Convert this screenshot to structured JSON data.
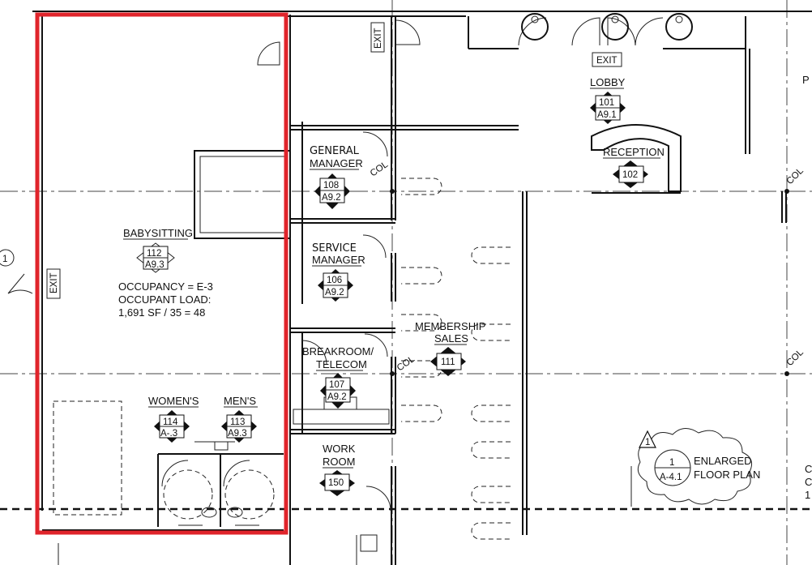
{
  "rooms": {
    "babysitting": {
      "name": "BABYSITTING",
      "number": "112",
      "sheet": "A9.3",
      "occupancy": "OCCUPANCY = E-3",
      "load_label": "OCCUPANT LOAD:",
      "load_value": "1,691 SF / 35 = 48"
    },
    "womens": {
      "name": "WOMEN'S",
      "number": "114",
      "sheet": "A-.3"
    },
    "mens": {
      "name": "MEN'S",
      "number": "113",
      "sheet": "A9.3"
    },
    "general_manager": {
      "name_line1": "GENERAL",
      "name_line2": "MANAGER",
      "number": "108",
      "sheet": "A9.2"
    },
    "service_manager": {
      "name_line1": "SERVICE",
      "name_line2": "MANAGER",
      "number": "106",
      "sheet": "A9.2"
    },
    "breakroom": {
      "name_line1": "BREAKROOM/",
      "name_line2": "TELECOM",
      "number": "107",
      "sheet": "A9.2"
    },
    "work_room": {
      "name_line1": "WORK",
      "name_line2": "ROOM",
      "number": "150"
    },
    "membership": {
      "name_line1": "MEMBERSHIP",
      "name_line2": "SALES",
      "number": "111"
    },
    "lobby": {
      "name": "LOBBY",
      "number": "101",
      "sheet": "A9.1"
    },
    "reception": {
      "name": "RECEPTION",
      "number": "102"
    }
  },
  "exits": {
    "left": "EXIT",
    "top": "EXIT",
    "lobby": "EXIT"
  },
  "columns": {
    "c1": "COL",
    "c2": "COL",
    "c3": "COL",
    "c4": "COL"
  },
  "callout": {
    "revision": "1",
    "detail_number": "1",
    "detail_sheet": "A-4.1",
    "title_line1": "ENLARGED",
    "title_line2": "FLOOR PLAN"
  },
  "grid_bubble": "1",
  "edge_text": {
    "p": "P",
    "c1": "C",
    "c2": "C",
    "n1": "1"
  },
  "highlight": {
    "color": "#e0242b",
    "target": "babysitting"
  }
}
